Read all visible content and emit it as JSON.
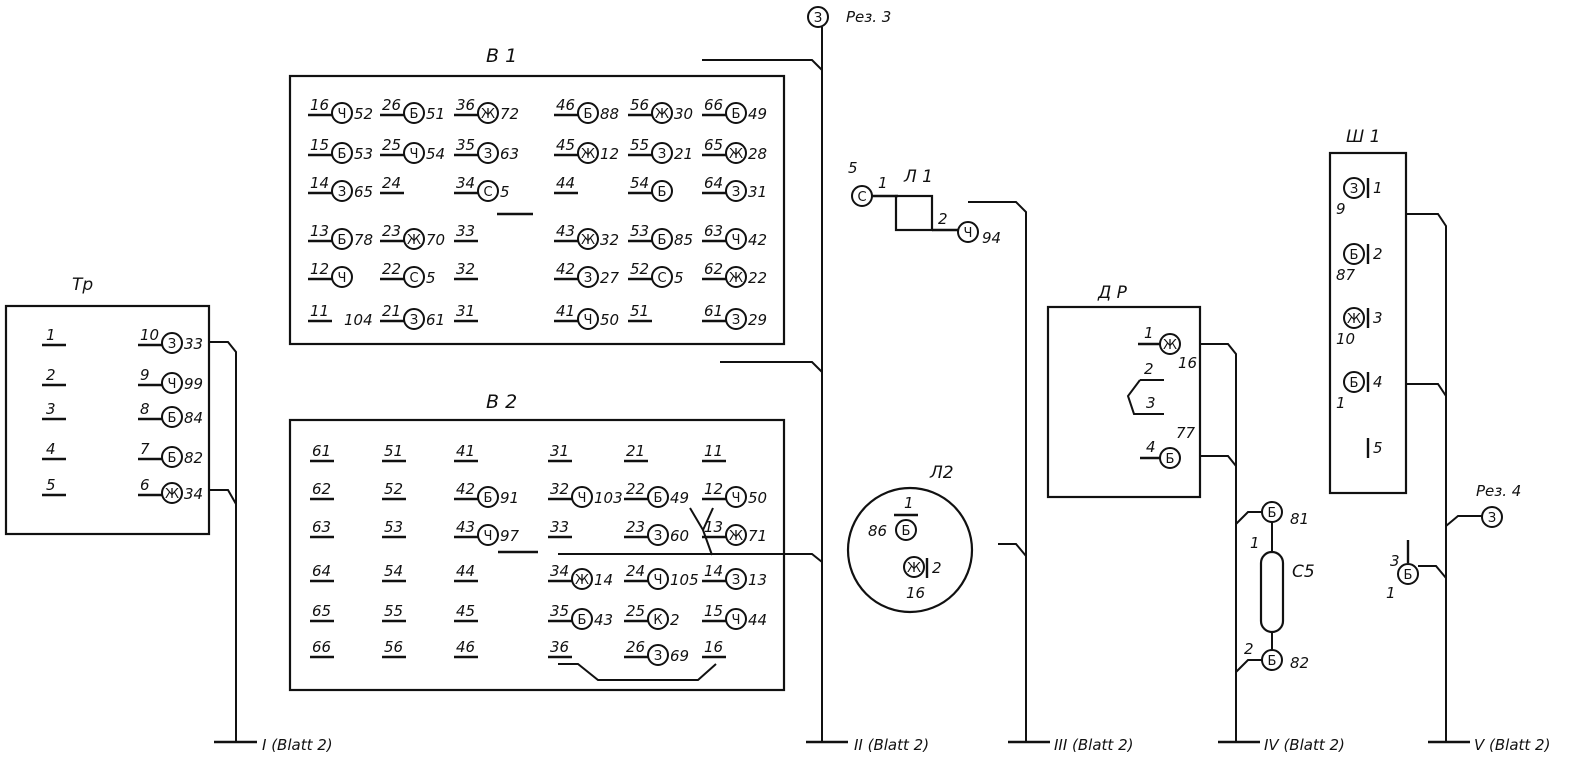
{
  "blocks": {
    "tr": "Тр",
    "v1": "В 1",
    "v2": "В 2",
    "l1": "Л 1",
    "l2": "Л2",
    "dr": "Д Р",
    "sh1": "Ш 1",
    "s5": "С5",
    "rez3": "Рез. 3",
    "rez4": "Рез. 4"
  },
  "outputs": [
    "I (Blatt 2)",
    "II (Blatt 2)",
    "III (Blatt 2)",
    "IV (Blatt 2)",
    "V (Blatt 2)"
  ],
  "tr_terminals": {
    "left": [
      "1",
      "2",
      "3",
      "4",
      "5"
    ],
    "right": [
      {
        "n": "10",
        "c": "З",
        "w": "33"
      },
      {
        "n": "9",
        "c": "Ч",
        "w": "99"
      },
      {
        "n": "8",
        "c": "Б",
        "w": "84"
      },
      {
        "n": "7",
        "c": "Б",
        "w": "82"
      },
      {
        "n": "6",
        "c": "Ж",
        "w": "34"
      }
    ]
  },
  "v1_terminals": [
    {
      "n": "16",
      "c": "Ч",
      "w": "52"
    },
    {
      "n": "26",
      "c": "Б",
      "w": "51"
    },
    {
      "n": "36",
      "c": "Ж",
      "w": "72"
    },
    {
      "n": "46",
      "c": "Б",
      "w": "88"
    },
    {
      "n": "56",
      "c": "Ж",
      "w": "30"
    },
    {
      "n": "66",
      "c": "Б",
      "w": "49"
    },
    {
      "n": "15",
      "c": "Б",
      "w": "53"
    },
    {
      "n": "25",
      "c": "Ч",
      "w": "54"
    },
    {
      "n": "35",
      "c": "З",
      "w": "63"
    },
    {
      "n": "45",
      "c": "Ж",
      "w": "12"
    },
    {
      "n": "55",
      "c": "З",
      "w": "21"
    },
    {
      "n": "65",
      "c": "Ж",
      "w": "28"
    },
    {
      "n": "14",
      "c": "З",
      "w": "65"
    },
    {
      "n": "24",
      "c": "",
      "w": ""
    },
    {
      "n": "34",
      "c": "С",
      "w": "5"
    },
    {
      "n": "44",
      "c": "",
      "w": ""
    },
    {
      "n": "54",
      "c": "Б",
      "w": ""
    },
    {
      "n": "64",
      "c": "З",
      "w": "31"
    },
    {
      "n": "13",
      "c": "Б",
      "w": "78"
    },
    {
      "n": "23",
      "c": "Ж",
      "w": "70"
    },
    {
      "n": "33",
      "c": "",
      "w": ""
    },
    {
      "n": "43",
      "c": "Ж",
      "w": "32"
    },
    {
      "n": "53",
      "c": "Б",
      "w": "85"
    },
    {
      "n": "63",
      "c": "Ч",
      "w": "42"
    },
    {
      "n": "12",
      "c": "Ч",
      "w": ""
    },
    {
      "n": "22",
      "c": "С",
      "w": "5"
    },
    {
      "n": "32",
      "c": "",
      "w": ""
    },
    {
      "n": "42",
      "c": "З",
      "w": "27"
    },
    {
      "n": "52",
      "c": "С",
      "w": "5"
    },
    {
      "n": "62",
      "c": "Ж",
      "w": "22"
    },
    {
      "n": "11",
      "c": "",
      "w": "104"
    },
    {
      "n": "21",
      "c": "З",
      "w": "61"
    },
    {
      "n": "31",
      "c": "",
      "w": ""
    },
    {
      "n": "41",
      "c": "Ч",
      "w": "50"
    },
    {
      "n": "51",
      "c": "",
      "w": ""
    },
    {
      "n": "61",
      "c": "З",
      "w": "29"
    }
  ],
  "v2_terminals": [
    {
      "n": "61",
      "c": "",
      "w": ""
    },
    {
      "n": "51",
      "c": "",
      "w": ""
    },
    {
      "n": "41",
      "c": "",
      "w": ""
    },
    {
      "n": "31",
      "c": "",
      "w": ""
    },
    {
      "n": "21",
      "c": "",
      "w": ""
    },
    {
      "n": "11",
      "c": "",
      "w": ""
    },
    {
      "n": "62",
      "c": "",
      "w": ""
    },
    {
      "n": "52",
      "c": "",
      "w": ""
    },
    {
      "n": "42",
      "c": "Б",
      "w": "91"
    },
    {
      "n": "32",
      "c": "Ч",
      "w": "103"
    },
    {
      "n": "22",
      "c": "Б",
      "w": "49"
    },
    {
      "n": "12",
      "c": "Ч",
      "w": "50"
    },
    {
      "n": "63",
      "c": "",
      "w": ""
    },
    {
      "n": "53",
      "c": "",
      "w": ""
    },
    {
      "n": "43",
      "c": "Ч",
      "w": "97"
    },
    {
      "n": "33",
      "c": "",
      "w": ""
    },
    {
      "n": "23",
      "c": "З",
      "w": "60"
    },
    {
      "n": "13",
      "c": "Ж",
      "w": "71"
    },
    {
      "n": "64",
      "c": "",
      "w": ""
    },
    {
      "n": "54",
      "c": "",
      "w": ""
    },
    {
      "n": "44",
      "c": "",
      "w": ""
    },
    {
      "n": "34",
      "c": "Ж",
      "w": "14"
    },
    {
      "n": "24",
      "c": "Ч",
      "w": "105"
    },
    {
      "n": "14",
      "c": "З",
      "w": "13"
    },
    {
      "n": "65",
      "c": "",
      "w": ""
    },
    {
      "n": "55",
      "c": "",
      "w": ""
    },
    {
      "n": "45",
      "c": "",
      "w": ""
    },
    {
      "n": "35",
      "c": "Б",
      "w": "43"
    },
    {
      "n": "25",
      "c": "К",
      "w": "2"
    },
    {
      "n": "15",
      "c": "Ч",
      "w": "44"
    },
    {
      "n": "66",
      "c": "",
      "w": ""
    },
    {
      "n": "56",
      "c": "",
      "w": ""
    },
    {
      "n": "46",
      "c": "",
      "w": ""
    },
    {
      "n": "36",
      "c": "",
      "w": ""
    },
    {
      "n": "26",
      "c": "З",
      "w": "69"
    },
    {
      "n": "16",
      "c": "",
      "w": ""
    }
  ],
  "rez3": {
    "c": "З"
  },
  "l1": {
    "in_w": "5",
    "in_c": "С",
    "p1": "1",
    "p2": "2",
    "out_c": "Ч",
    "out_w": "94"
  },
  "l2": {
    "p1": "1",
    "w1": "86",
    "c1": "Б",
    "c2": "Ж",
    "p2": "2",
    "w2": "16"
  },
  "dr": {
    "p1": "1",
    "c1": "Ж",
    "w1": "16",
    "p2": "2",
    "p3": "3",
    "p4": "4",
    "c4": "Б",
    "w4": "77"
  },
  "s5": {
    "top_c": "Б",
    "top_w": "81",
    "p1": "1",
    "p2": "2",
    "bot_c": "Б",
    "bot_w": "82"
  },
  "sh1": [
    {
      "c": "З",
      "p": "1",
      "w": "9"
    },
    {
      "c": "Б",
      "p": "2",
      "w": "87"
    },
    {
      "c": "Ж",
      "p": "3",
      "w": "10"
    },
    {
      "c": "Б",
      "p": "4",
      "w": "1"
    },
    {
      "c": "",
      "p": "5",
      "w": ""
    }
  ],
  "rez4": {
    "c": "З"
  },
  "v_plug": {
    "n": "3",
    "c": "Б",
    "w": "1"
  }
}
